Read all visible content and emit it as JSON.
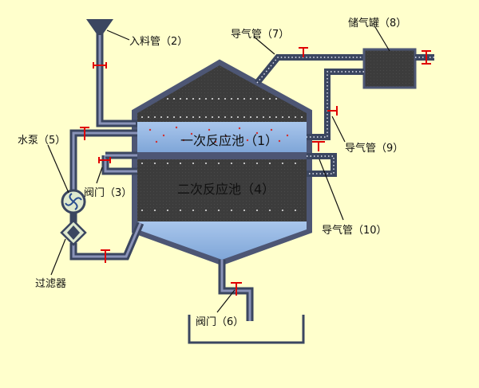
{
  "labels": {
    "feed_pipe": "入料管（2）",
    "gas_pipe_7": "导气管（7）",
    "gas_tank": "储气罐（8）",
    "water_pump": "水泵（5）",
    "valve_3": "阀门（3）",
    "gas_pipe_9": "导气管（9）",
    "gas_pipe_10": "导气管（10）",
    "filter": "过滤器",
    "valve_6": "阀门（6）",
    "tank_1": "一次反应池（1）",
    "tank_2": "二次反应池（4）"
  },
  "colors": {
    "background": "#ffffcc",
    "vessel_dark": "#3e3e3e",
    "water": "#8fb3e0",
    "pipe": "#3b4660",
    "valve": "#e00000"
  }
}
